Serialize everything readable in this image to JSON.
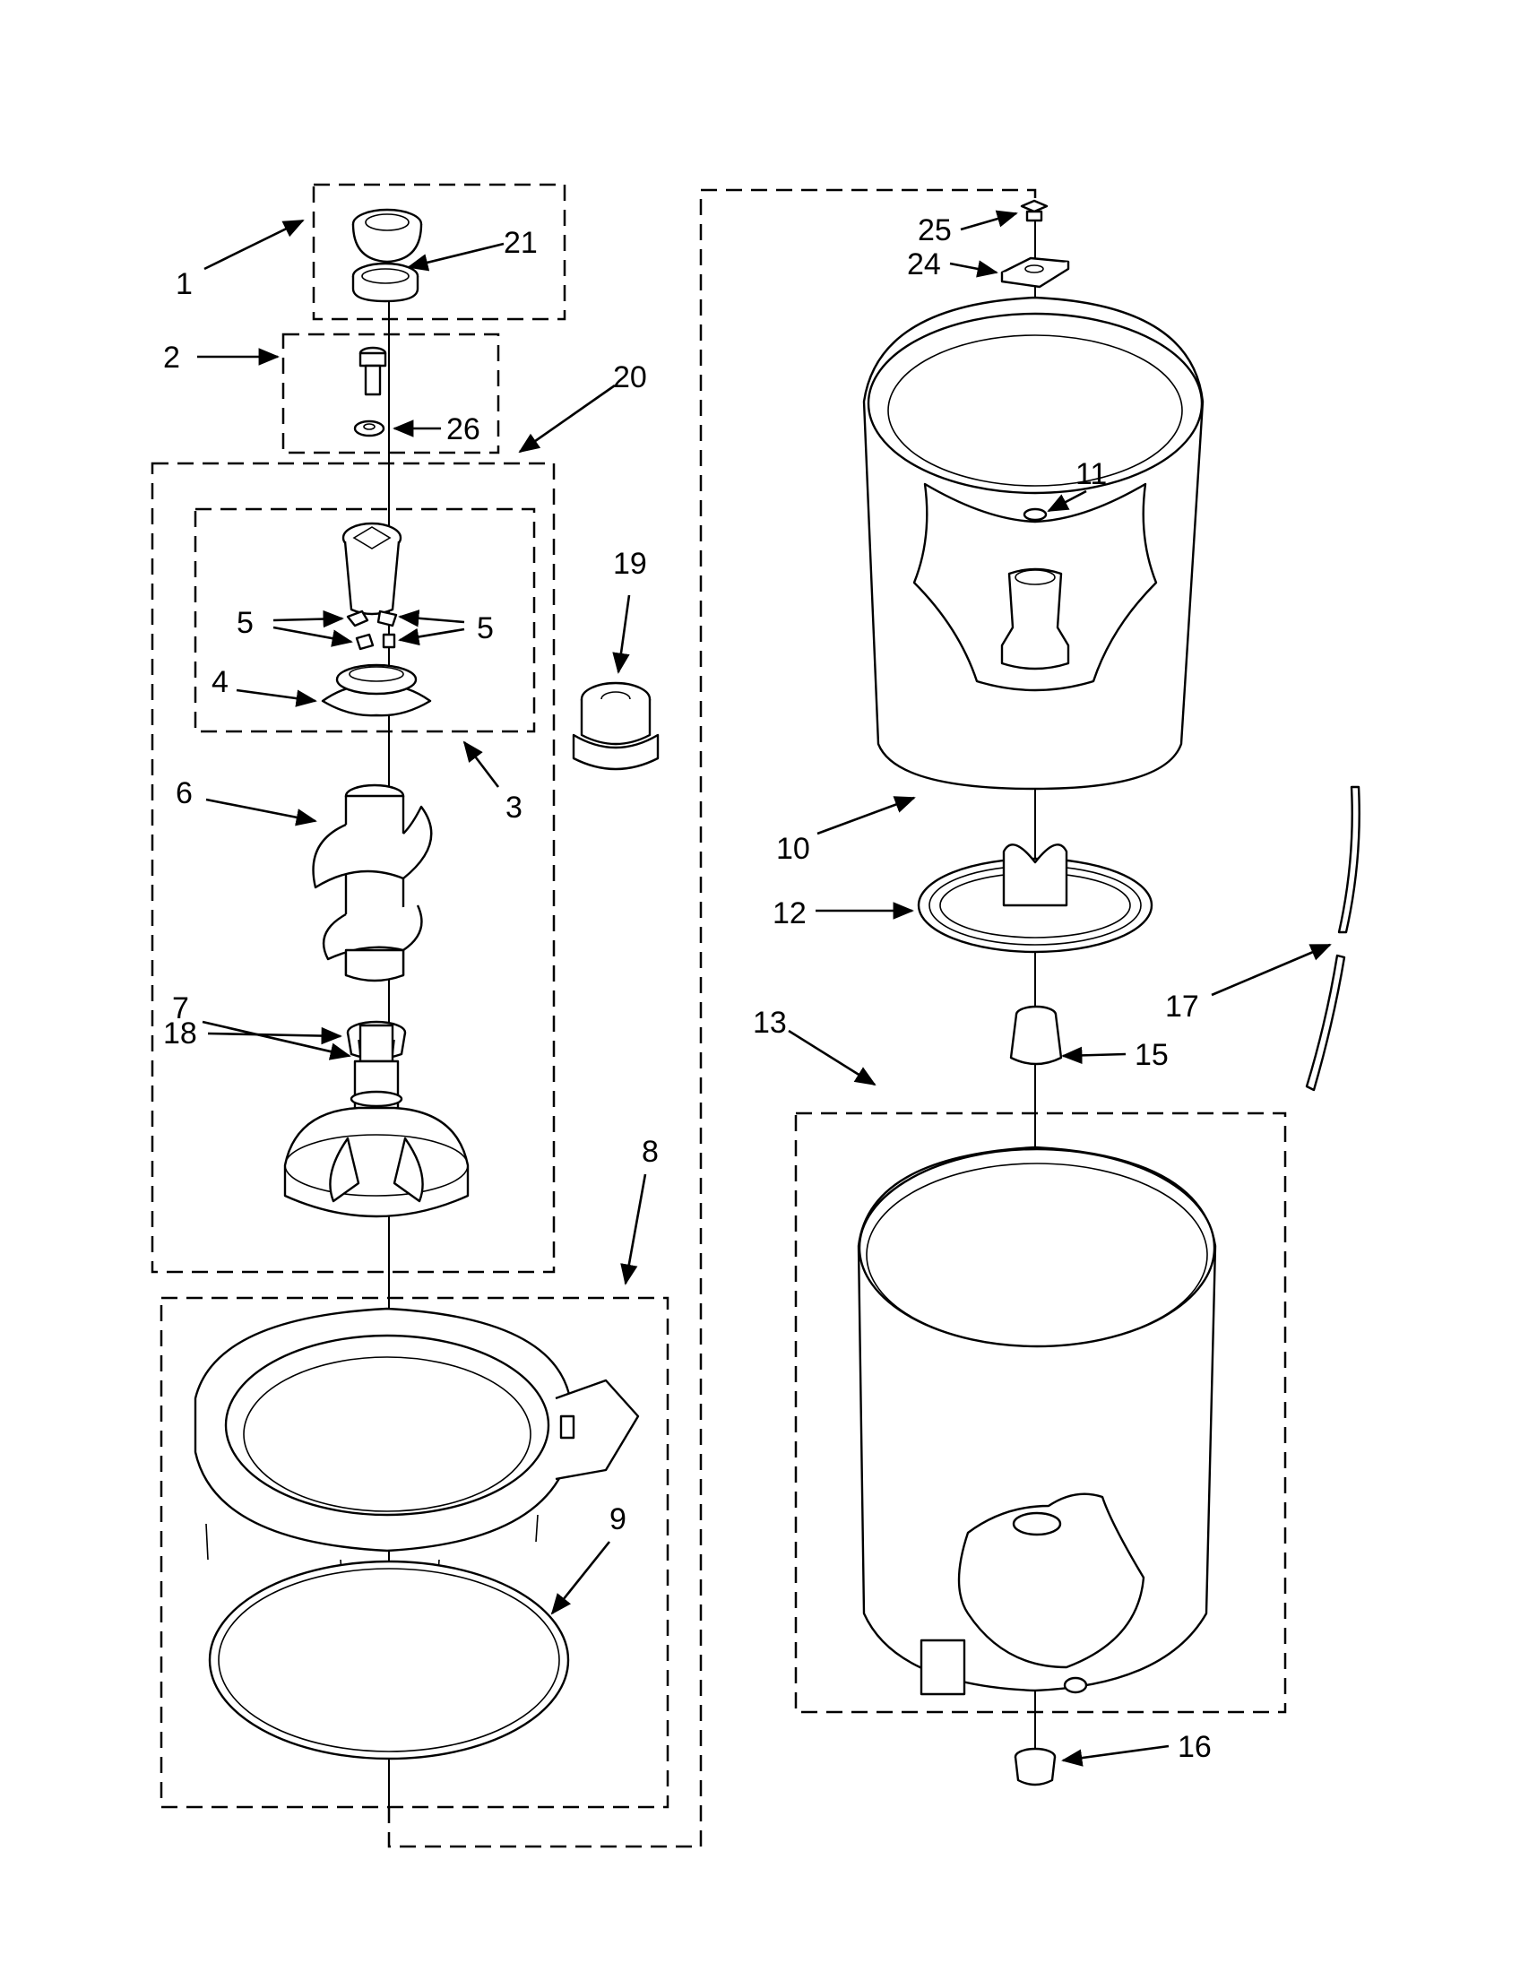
{
  "callouts": {
    "c1": "1",
    "c2": "2",
    "c3": "3",
    "c4": "4",
    "c5a": "5",
    "c5b": "5",
    "c6": "6",
    "c7": "7",
    "c8": "8",
    "c9": "9",
    "c10": "10",
    "c11": "11",
    "c12": "12",
    "c13": "13",
    "c15": "15",
    "c16": "16",
    "c17": "17",
    "c18": "18",
    "c19": "19",
    "c20": "20",
    "c21": "21",
    "c24": "24",
    "c25": "25",
    "c26": "26"
  }
}
